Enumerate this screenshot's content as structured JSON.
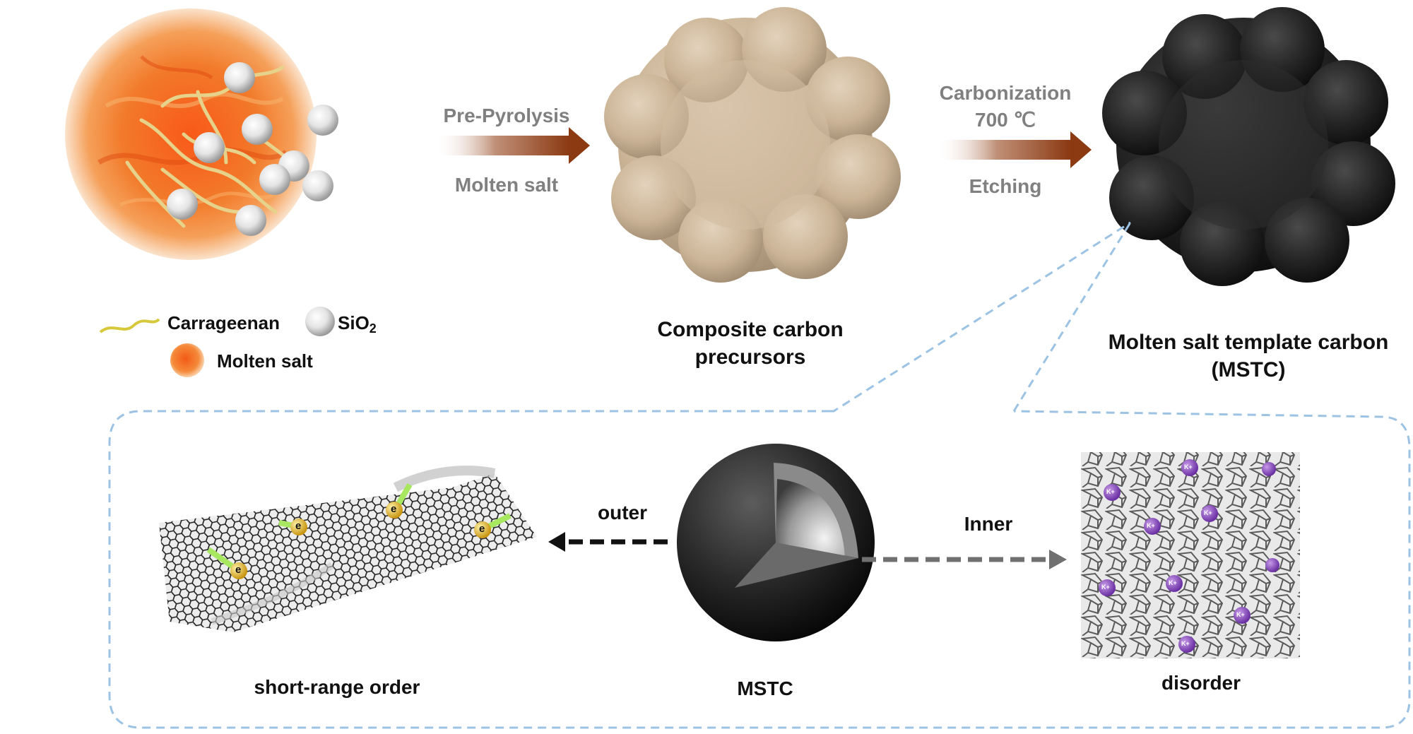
{
  "diagram": {
    "steps": {
      "step1_top": "Pre-Pyrolysis",
      "step1_bottom": "Molten salt",
      "step2_top_line1": "Carbonization",
      "step2_top_line2": "700 ℃",
      "step2_bottom": "Etching"
    },
    "legend": {
      "carrageenan": "Carrageenan",
      "sio2_main": "SiO",
      "sio2_sub": "2",
      "molten_salt": "Molten salt"
    },
    "stages": {
      "precursor_line1": "Composite  carbon",
      "precursor_line2": "precursors",
      "mstc_line1": "Molten salt template carbon",
      "mstc_line2": "(MSTC)"
    },
    "detail": {
      "outer": "outer",
      "inner": "Inner",
      "center_label": "MSTC",
      "left_label": "short-range  order",
      "right_label": "disorder",
      "electron_label": "e",
      "ion_label": "K+"
    },
    "colors": {
      "arrow_brown": "#8b3a12",
      "dashed_blue": "#9cc3e4",
      "molten_orange": "#f26d1d",
      "precursor_tan": "#cdb79a",
      "carbon_black": "#1e1e1e",
      "ion_purple": "#7b3fb5",
      "electron_gold": "#e2b422"
    }
  }
}
